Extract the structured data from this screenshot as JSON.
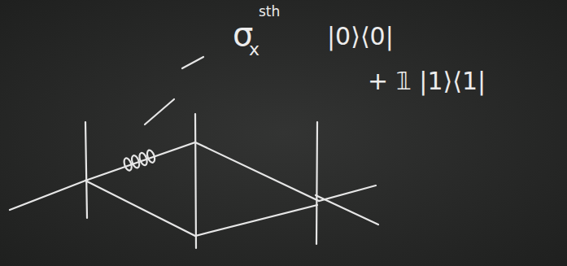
{
  "diagram": {
    "labels": [
      "σ",
      "sth",
      "x",
      "|0⟩⟨0|",
      "+ 𝟙 |1⟩⟨1|"
    ]
  }
}
